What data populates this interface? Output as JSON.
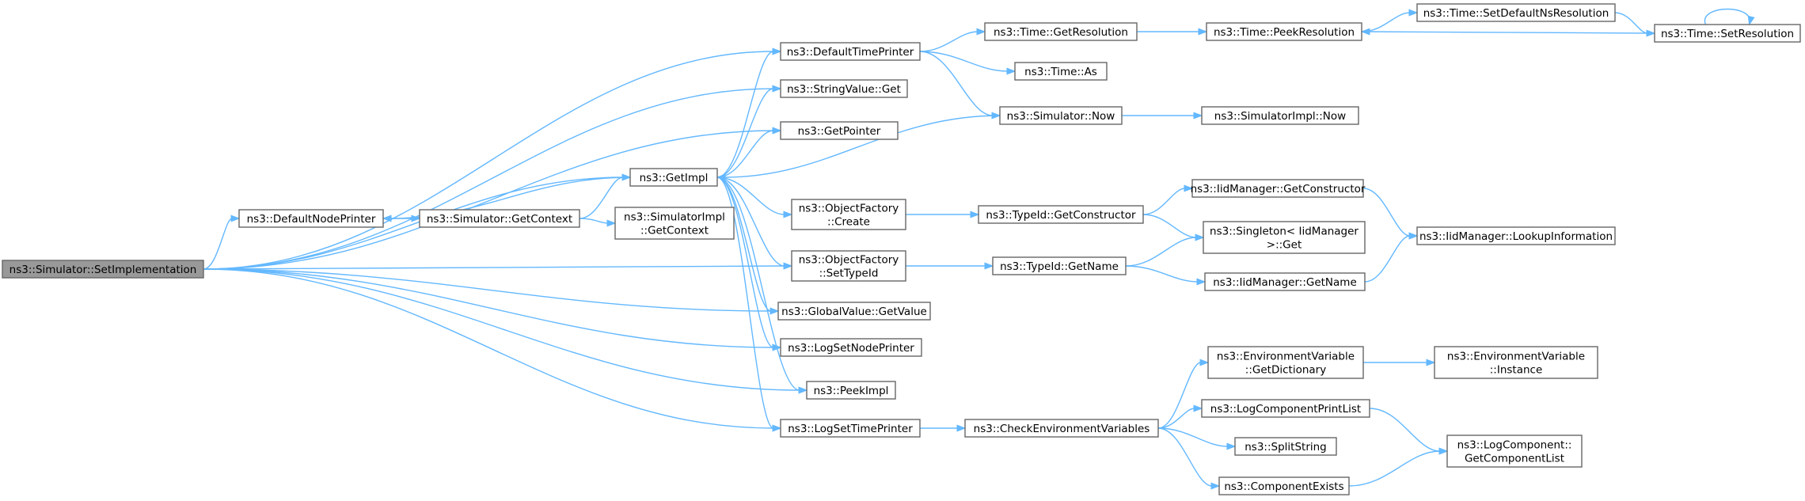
{
  "diagram": {
    "colors": {
      "edge": "#63b8ff",
      "node_border": "#666666",
      "root_fill": "#999999",
      "node_fill": "#ffffff"
    },
    "nodes": [
      {
        "id": "setimpl",
        "lines": [
          "ns3::Simulator::SetImplementation"
        ],
        "root": true
      },
      {
        "id": "defnode",
        "lines": [
          "ns3::DefaultNodePrinter"
        ]
      },
      {
        "id": "getctx",
        "lines": [
          "ns3::Simulator::GetContext"
        ]
      },
      {
        "id": "getimpl",
        "lines": [
          "ns3::GetImpl"
        ]
      },
      {
        "id": "simimplctx",
        "lines": [
          "ns3::SimulatorImpl",
          "::GetContext"
        ]
      },
      {
        "id": "deftime",
        "lines": [
          "ns3::DefaultTimePrinter"
        ]
      },
      {
        "id": "strget",
        "lines": [
          "ns3::StringValue::Get"
        ]
      },
      {
        "id": "getptr",
        "lines": [
          "ns3::GetPointer"
        ]
      },
      {
        "id": "ofcreate",
        "lines": [
          "ns3::ObjectFactory",
          "::Create"
        ]
      },
      {
        "id": "ofsettid",
        "lines": [
          "ns3::ObjectFactory",
          "::SetTypeId"
        ]
      },
      {
        "id": "gvget",
        "lines": [
          "ns3::GlobalValue::GetValue"
        ]
      },
      {
        "id": "lognode",
        "lines": [
          "ns3::LogSetNodePrinter"
        ]
      },
      {
        "id": "peekimpl",
        "lines": [
          "ns3::PeekImpl"
        ]
      },
      {
        "id": "logtime",
        "lines": [
          "ns3::LogSetTimePrinter"
        ]
      },
      {
        "id": "timegetres",
        "lines": [
          "ns3::Time::GetResolution"
        ]
      },
      {
        "id": "timeas",
        "lines": [
          "ns3::Time::As"
        ]
      },
      {
        "id": "simnow",
        "lines": [
          "ns3::Simulator::Now"
        ]
      },
      {
        "id": "tidgetctor",
        "lines": [
          "ns3::TypeId::GetConstructor"
        ]
      },
      {
        "id": "tidgetname",
        "lines": [
          "ns3::TypeId::GetName"
        ]
      },
      {
        "id": "checkenv",
        "lines": [
          "ns3::CheckEnvironmentVariables"
        ]
      },
      {
        "id": "timepeek",
        "lines": [
          "ns3::Time::PeekResolution"
        ]
      },
      {
        "id": "simimplnow",
        "lines": [
          "ns3::SimulatorImpl::Now"
        ]
      },
      {
        "id": "iidgetctor",
        "lines": [
          "ns3::IidManager::GetConstructor"
        ]
      },
      {
        "id": "singleton",
        "lines": [
          "ns3::Singleton< IidManager",
          " >::Get"
        ]
      },
      {
        "id": "iidgetname",
        "lines": [
          "ns3::IidManager::GetName"
        ]
      },
      {
        "id": "envdict",
        "lines": [
          "ns3::EnvironmentVariable",
          "::GetDictionary"
        ]
      },
      {
        "id": "logcompprint",
        "lines": [
          "ns3::LogComponentPrintList"
        ]
      },
      {
        "id": "splitstr",
        "lines": [
          "ns3::SplitString"
        ]
      },
      {
        "id": "compexists",
        "lines": [
          "ns3::ComponentExists"
        ]
      },
      {
        "id": "setdefns",
        "lines": [
          "ns3::Time::SetDefaultNsResolution"
        ]
      },
      {
        "id": "iidlookup",
        "lines": [
          "ns3::IidManager::LookupInformation"
        ]
      },
      {
        "id": "envinst",
        "lines": [
          "ns3::EnvironmentVariable",
          "::Instance"
        ]
      },
      {
        "id": "logcomplist",
        "lines": [
          "ns3::LogComponent::",
          "GetComponentList"
        ]
      },
      {
        "id": "timesetres",
        "lines": [
          "ns3::Time::SetResolution"
        ]
      }
    ],
    "edges": [
      [
        "setimpl",
        "defnode"
      ],
      [
        "setimpl",
        "deftime"
      ],
      [
        "setimpl",
        "strget"
      ],
      [
        "setimpl",
        "getptr"
      ],
      [
        "setimpl",
        "getimpl"
      ],
      [
        "setimpl",
        "ofsettid"
      ],
      [
        "setimpl",
        "gvget"
      ],
      [
        "setimpl",
        "lognode"
      ],
      [
        "setimpl",
        "peekimpl"
      ],
      [
        "setimpl",
        "logtime"
      ],
      [
        "defnode",
        "getctx"
      ],
      [
        "getctx",
        "getimpl"
      ],
      [
        "getctx",
        "simimplctx"
      ],
      [
        "getimpl",
        "defnode"
      ],
      [
        "getimpl",
        "deftime"
      ],
      [
        "getimpl",
        "strget"
      ],
      [
        "getimpl",
        "getptr"
      ],
      [
        "getimpl",
        "ofcreate"
      ],
      [
        "getimpl",
        "ofsettid"
      ],
      [
        "getimpl",
        "gvget"
      ],
      [
        "getimpl",
        "lognode"
      ],
      [
        "getimpl",
        "peekimpl"
      ],
      [
        "getimpl",
        "logtime"
      ],
      [
        "deftime",
        "timegetres"
      ],
      [
        "deftime",
        "timeas"
      ],
      [
        "deftime",
        "simnow"
      ],
      [
        "timegetres",
        "timepeek"
      ],
      [
        "timepeek",
        "setdefns"
      ],
      [
        "setdefns",
        "timesetres"
      ],
      [
        "timesetres",
        "timepeek"
      ],
      [
        "timesetres",
        "timesetres"
      ],
      [
        "simnow",
        "simimplnow"
      ],
      [
        "simnow",
        "getimpl"
      ],
      [
        "ofcreate",
        "tidgetctor"
      ],
      [
        "tidgetctor",
        "iidgetctor"
      ],
      [
        "tidgetctor",
        "singleton"
      ],
      [
        "iidgetctor",
        "iidlookup"
      ],
      [
        "ofsettid",
        "tidgetname"
      ],
      [
        "tidgetname",
        "singleton"
      ],
      [
        "tidgetname",
        "iidgetname"
      ],
      [
        "iidgetname",
        "iidlookup"
      ],
      [
        "logtime",
        "checkenv"
      ],
      [
        "checkenv",
        "envdict"
      ],
      [
        "checkenv",
        "logcompprint"
      ],
      [
        "checkenv",
        "splitstr"
      ],
      [
        "checkenv",
        "compexists"
      ],
      [
        "envdict",
        "envinst"
      ],
      [
        "logcompprint",
        "logcomplist"
      ],
      [
        "compexists",
        "logcomplist"
      ]
    ]
  }
}
